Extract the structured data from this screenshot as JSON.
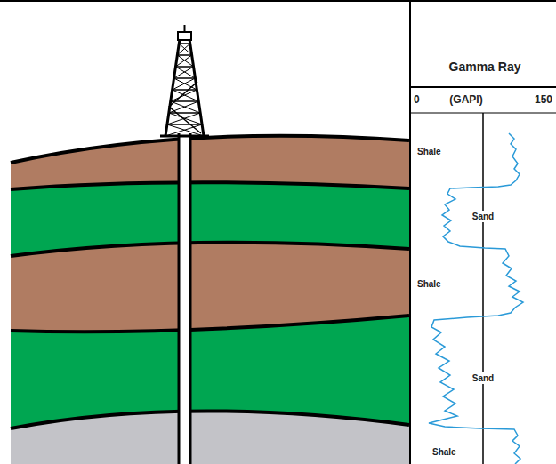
{
  "diagram": {
    "labels": [
      "Gamma Ray",
      "0",
      "(GAPI)",
      "150",
      "Shale",
      "Sand",
      "Shale",
      "Sand",
      "Shale"
    ]
  }
}
